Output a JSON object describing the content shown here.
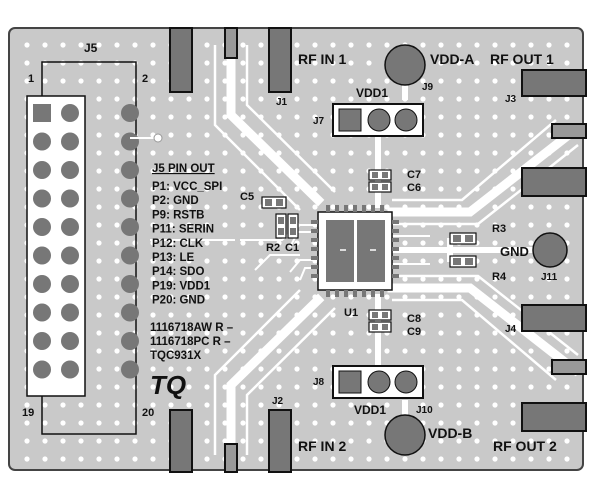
{
  "labels": {
    "j5": "J5",
    "j5_pin1": "1",
    "j5_pin2": "2",
    "j5_pin19": "19",
    "j5_pin20": "20",
    "rf_in_1": "RF IN 1",
    "rf_in_2": "RF IN 2",
    "rf_out_1": "RF OUT 1",
    "rf_out_2": "RF OUT 2",
    "vdd_a": "VDD-A",
    "vdd_b": "VDD-B",
    "vdd1_top": "VDD1",
    "vdd1_bottom": "VDD1",
    "gnd": "GND",
    "tq_logo": "TQ",
    "u1": "U1"
  },
  "connectors": {
    "j1": "J1",
    "j2": "J2",
    "j3": "J3",
    "j4": "J4",
    "j7": "J7",
    "j8": "J8",
    "j9": "J9",
    "j10": "J10",
    "j11": "J11"
  },
  "components": {
    "c1": "C1",
    "c5": "C5",
    "c6": "C6",
    "c7": "C7",
    "c8": "C8",
    "c9": "C9",
    "r2": "R2",
    "r3": "R3",
    "r4": "R4"
  },
  "pinout": {
    "title": "J5 PIN OUT",
    "lines": [
      "P1: VCC_SPI",
      "P2: GND",
      "P9: RSTB",
      "P11: SERIN",
      "P12: CLK",
      "P13: LE",
      "P14: SDO",
      "P19: VDD1",
      "P20: GND"
    ]
  },
  "part_numbers": [
    "1116718AW R –",
    "1116718PC R –",
    "TQC931X"
  ]
}
